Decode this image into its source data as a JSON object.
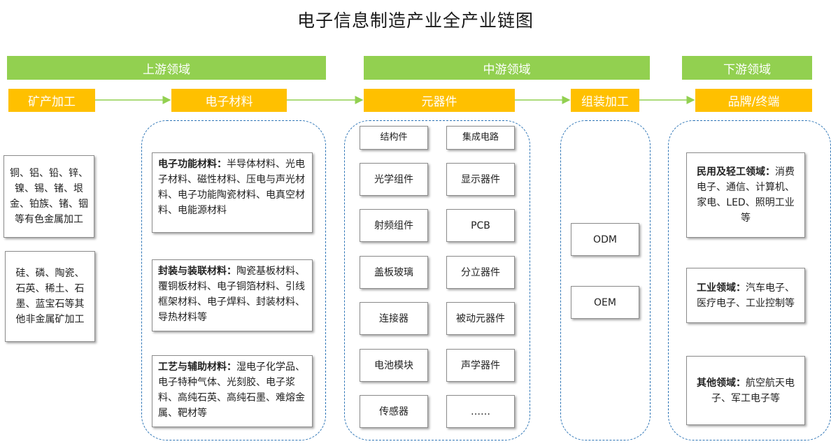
{
  "title": "电子信息制造产业全产业链图",
  "sections": {
    "upstream": "上游领域",
    "midstream": "中游领域",
    "downstream": "下游领域"
  },
  "stages": {
    "mining": "矿产加工",
    "materials": "电子材料",
    "components": "元器件",
    "assembly": "组装加工",
    "brand": "品牌/终端"
  },
  "mining": {
    "nonferrous": "铜、铝、铅、锌、镍、锡、锗、垠金、铂族、锗、铟等有色金属加工",
    "nonmetal": "硅、磷、陶瓷、石英、稀土、石墨、蓝宝石等其他非金属矿加工"
  },
  "materials": {
    "functional": {
      "heading": "电子功能材料：",
      "text": "半导体材料、光电子材料、磁性材料、压电与声光材料、电子功能陶瓷材料、电真空材料、电能源材料"
    },
    "packaging": {
      "heading": "封装与装联材料：",
      "text": "陶瓷基板材料、覆铜板材料、电子铜箔材料、引线框架材料、电子焊料、封装材料、导热材料等"
    },
    "process": {
      "heading": "工艺与辅助材料：",
      "text": "湿电子化学品、电子特种气体、光刻胶、电子浆料、高纯石英、高纯石墨、难熔金属、靶材等"
    }
  },
  "components": [
    "结构件",
    "集成电路",
    "光学组件",
    "显示器件",
    "射频组件",
    "PCB",
    "盖板玻璃",
    "分立器件",
    "连接器",
    "被动元器件",
    "电池模块",
    "声学器件",
    "传感器",
    "……"
  ],
  "assembly": [
    "ODM",
    "OEM"
  ],
  "downstream": {
    "consumer": {
      "heading": "民用及轻工领域：",
      "text": "消费电子、通信、计算机、家电、LED、照明工业等"
    },
    "industrial": {
      "heading": "工业领域：",
      "text": "汽车电子、医疗电子、工业控制等"
    },
    "other": {
      "heading": "其他领域：",
      "text": "航空航天电子、军工电子等"
    }
  },
  "colors": {
    "section_bar": "#92d050",
    "stage_bar": "#ffc000",
    "dashed_border": "#2e75b6",
    "arrow": "#92d050"
  }
}
